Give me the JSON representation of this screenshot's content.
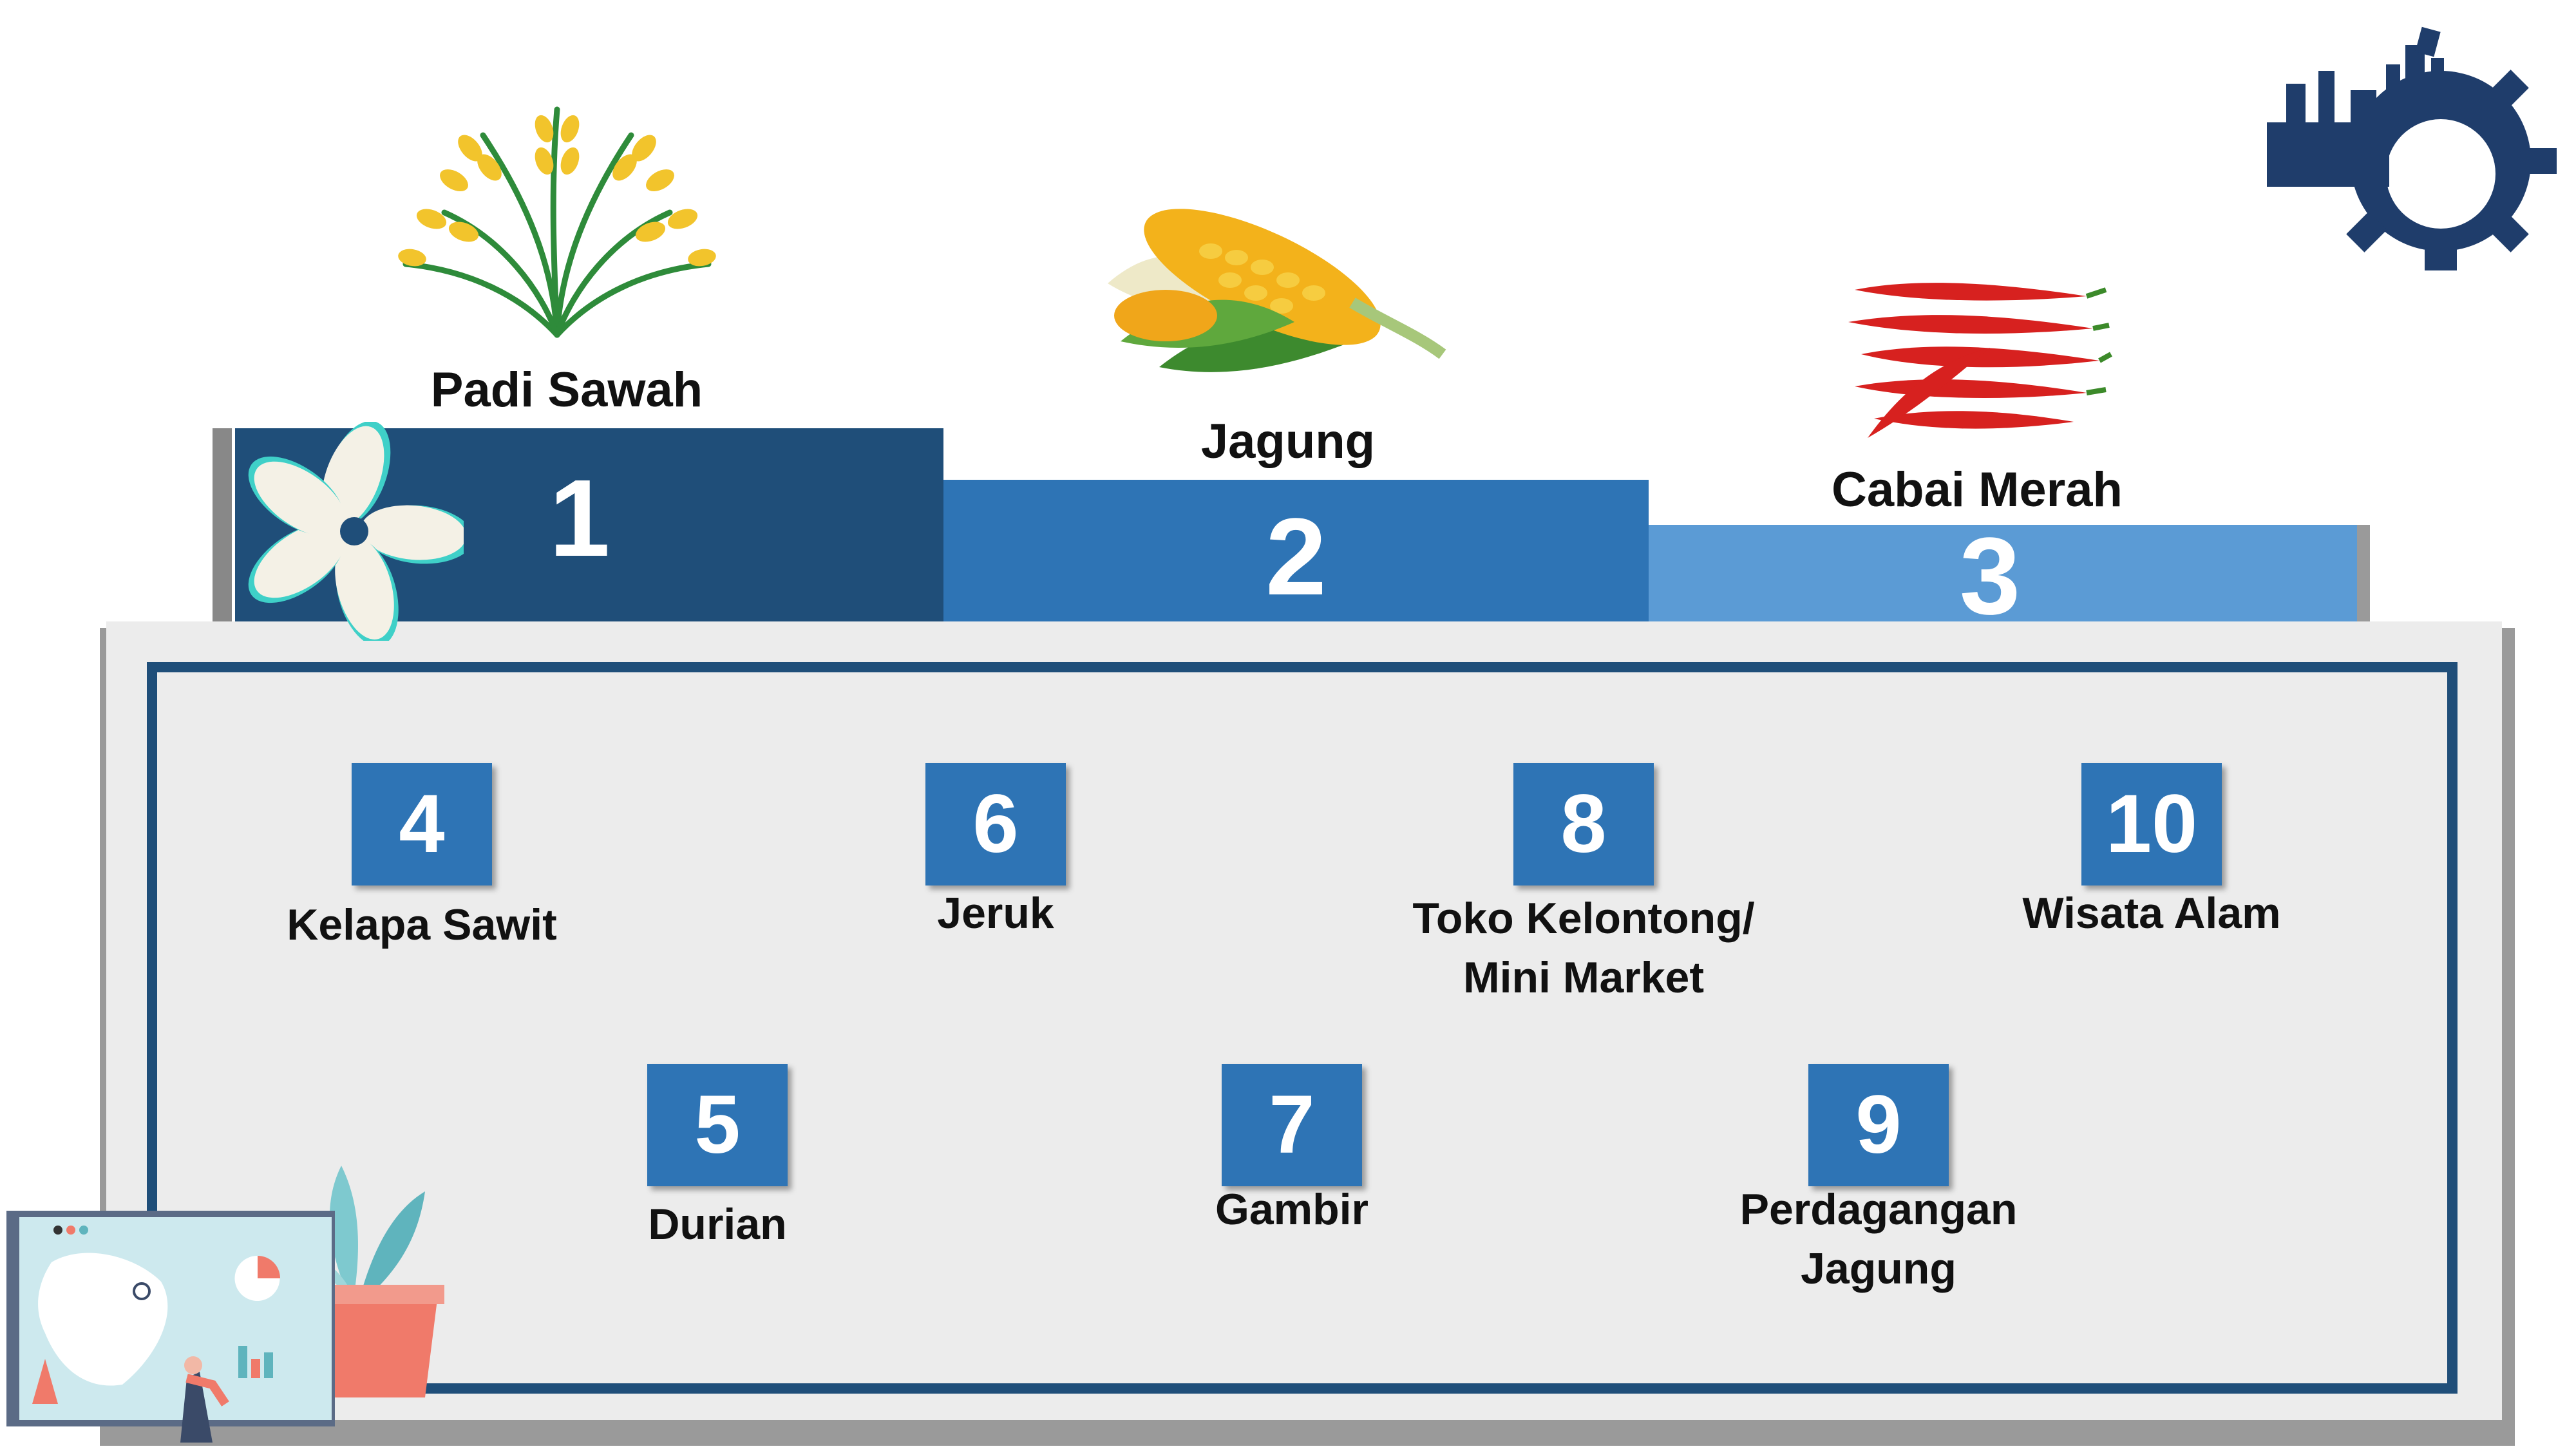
{
  "podium": [
    {
      "rank": "1",
      "name": "Padi Sawah",
      "icon": "rice-plant-icon"
    },
    {
      "rank": "2",
      "name": "Jagung",
      "icon": "corn-icon"
    },
    {
      "rank": "3",
      "name": "Cabai Merah",
      "icon": "red-chili-icon"
    }
  ],
  "others": [
    {
      "rank": "4",
      "name": "Kelapa Sawit"
    },
    {
      "rank": "5",
      "name": "Durian"
    },
    {
      "rank": "6",
      "name": "Jeruk"
    },
    {
      "rank": "7",
      "name": "Gambir"
    },
    {
      "rank": "8",
      "name": "Toko Kelontong/",
      "name_line2": "Mini Market"
    },
    {
      "rank": "9",
      "name": "Perdagangan",
      "name_line2": "Jagung"
    },
    {
      "rank": "10",
      "name": "Wisata Alam"
    }
  ],
  "colors": {
    "rank1": "#1f4e79",
    "rank2": "#2e74b5",
    "rank3": "#5b9bd5",
    "box": "#2e74b5",
    "panel": "#ececec",
    "border": "#1f4e79"
  },
  "decorations": [
    "flower-logo-icon",
    "industry-gear-logo-icon",
    "map-presentation-illustration",
    "potted-plant-illustration"
  ]
}
